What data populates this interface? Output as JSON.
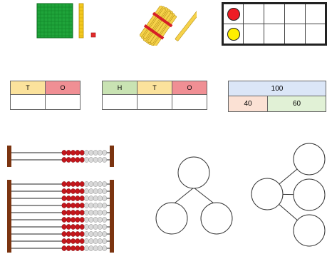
{
  "place_value_two": {
    "headers": [
      "T",
      "O"
    ]
  },
  "place_value_three": {
    "headers": [
      "H",
      "T",
      "O"
    ]
  },
  "bar_model": {
    "whole": "100",
    "part_a": "40",
    "part_b": "60"
  },
  "ten_frame": {
    "rows": 2,
    "cols": 5,
    "counters": [
      "red",
      "yellow"
    ]
  },
  "colors": {
    "tens_header": "#fbe29c",
    "ones_header": "#f08f94",
    "hundreds_header": "#c9e3b3",
    "base_ten_green": "#1fa43a",
    "rod_yellow": "#f3c81e",
    "bead_red": "#c4161c",
    "bead_white": "#d9d9d9",
    "abacus_wood": "#7b3410"
  }
}
